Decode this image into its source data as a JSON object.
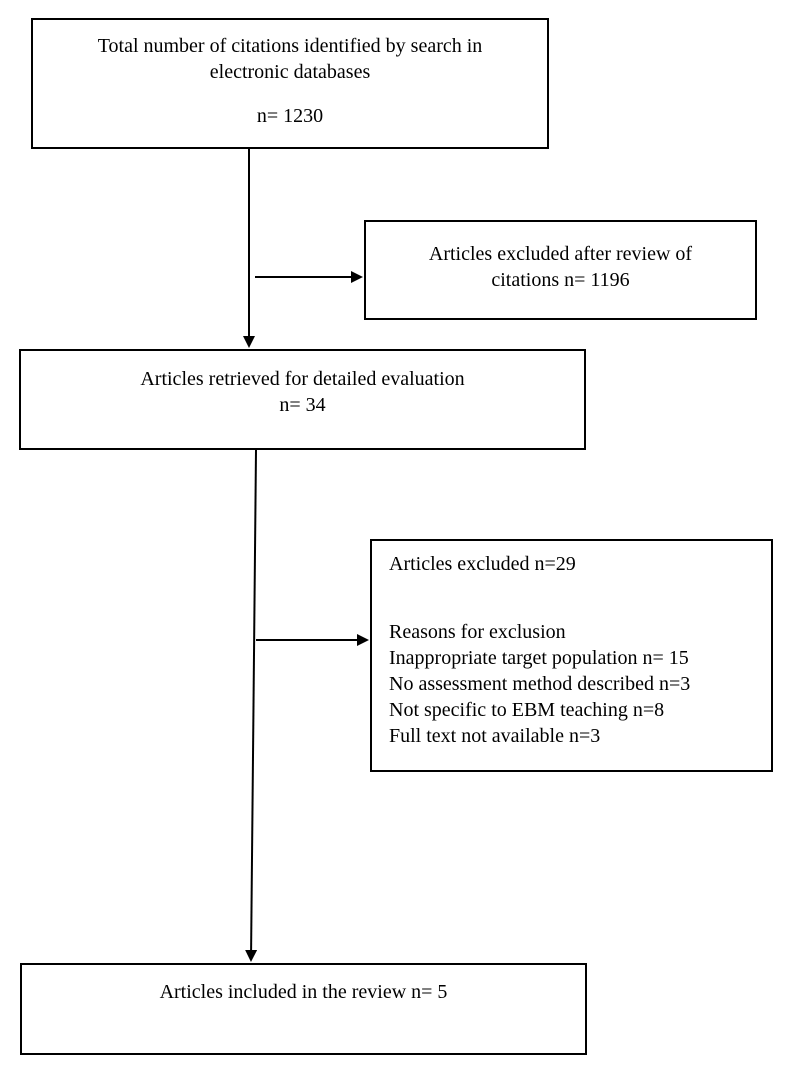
{
  "search_box": {
    "line1": "Total number of citations identified by search in",
    "line2": "electronic databases",
    "count": "n= 1230"
  },
  "excluded_review_box": {
    "line1": "Articles excluded after review of",
    "line2": "citations n= 1196"
  },
  "retrieved_box": {
    "line1": "Articles retrieved for detailed evaluation",
    "count": "n= 34"
  },
  "excluded_reasons_box": {
    "title": "Articles excluded n=29",
    "reasons_heading": "Reasons for exclusion",
    "reasons": [
      "Inappropriate target population n= 15",
      "No assessment method described n=3",
      "Not specific to EBM teaching n=8",
      "Full text not available n=3"
    ]
  },
  "included_box": {
    "line1": "Articles included in the review n= 5"
  }
}
